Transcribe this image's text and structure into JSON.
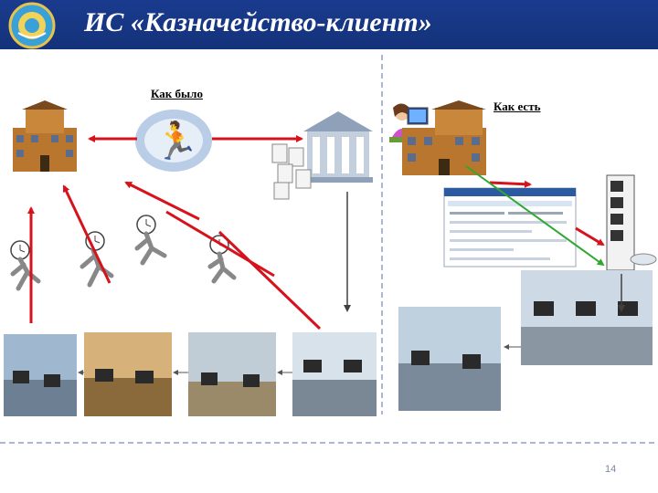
{
  "slide": {
    "title": "ИС «Казначейство-клиент»",
    "label_before": "Как было",
    "label_now": "Как есть",
    "page_number": "14"
  },
  "colors": {
    "header": "#1a3b8e",
    "arrow_red": "#d6121c",
    "arrow_green": "#2fa82f",
    "arrow_dark": "#404040",
    "divider": "#5b6fa8"
  },
  "icons": [
    "emblem-logo",
    "office-building-icon",
    "bank-building-icon",
    "documents-icon",
    "couriers-icon",
    "clock-runner-icon",
    "operator-at-pc-icon",
    "server-icon",
    "software-screen-icon",
    "office-photo-icon"
  ]
}
